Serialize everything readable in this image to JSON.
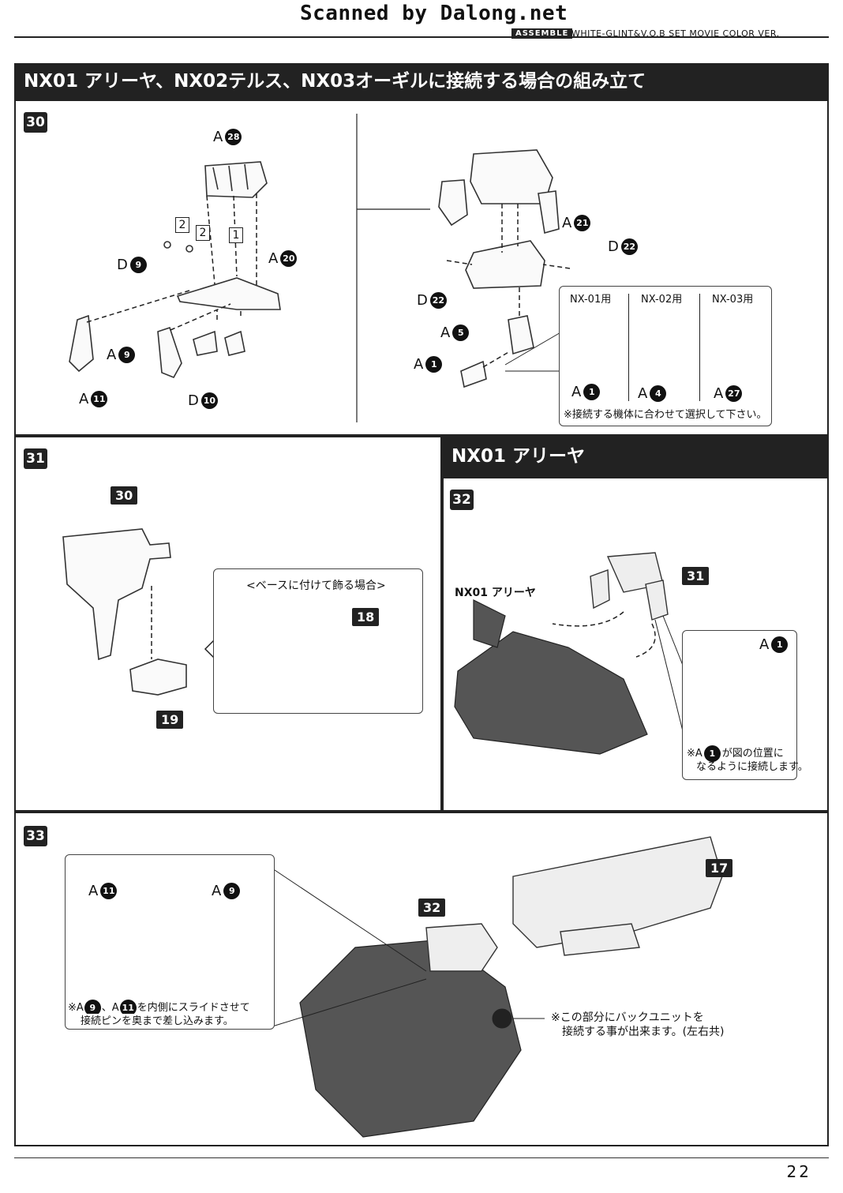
{
  "header": {
    "scan_banner": "Scanned by Dalong.net",
    "assemble_label": "ASSEMBLE",
    "series": "WHITE-GLINT&V.O.B SET MOVIE COLOR VER."
  },
  "section_title": "NX01 アリーヤ、NX02テルス、NX03オーギルに接続する場合の組み立て",
  "step30": {
    "number": "30",
    "left_labels": {
      "a28": {
        "letter": "A",
        "num": "28"
      },
      "a20": {
        "letter": "A",
        "num": "20"
      },
      "d9": {
        "letter": "D",
        "num": "9"
      },
      "a9": {
        "letter": "A",
        "num": "9"
      },
      "a11": {
        "letter": "A",
        "num": "11"
      },
      "d10": {
        "letter": "D",
        "num": "10"
      },
      "seq1": "1",
      "seq2a": "2",
      "seq2b": "2"
    },
    "right_labels": {
      "a21": {
        "letter": "A",
        "num": "21"
      },
      "d22a": {
        "letter": "D",
        "num": "22"
      },
      "d22b": {
        "letter": "D",
        "num": "22"
      },
      "a5": {
        "letter": "A",
        "num": "5"
      },
      "a1": {
        "letter": "A",
        "num": "1"
      }
    },
    "variants": {
      "headers": [
        "NX-01用",
        "NX-02用",
        "NX-03用"
      ],
      "parts": [
        {
          "letter": "A",
          "num": "1"
        },
        {
          "letter": "A",
          "num": "4"
        },
        {
          "letter": "A",
          "num": "27"
        }
      ],
      "note": "※接続する機体に合わせて選択して下さい。"
    }
  },
  "step31": {
    "number": "31",
    "part_top": "30",
    "part_bottom": "19",
    "base_caption": "<ベースに付けて飾る場合>",
    "base_part": "18"
  },
  "step32": {
    "header": "NX01 アリーヤ",
    "number": "32",
    "model_label": "NX01 アリーヤ",
    "part": "31",
    "detail_part": {
      "letter": "A",
      "num": "1"
    },
    "detail_note_pre": "※A",
    "detail_note_num": "1",
    "detail_note_post": "が図の位置に",
    "detail_note_line2": "なるように接続します。"
  },
  "step33": {
    "number": "33",
    "part_32": "32",
    "part_17": "17",
    "inset_left": {
      "letter": "A",
      "num": "11"
    },
    "inset_right": {
      "letter": "A",
      "num": "9"
    },
    "inset_note_1a": "※A",
    "inset_note_1n": "9",
    "inset_note_1b": "、A",
    "inset_note_1n2": "11",
    "inset_note_1c": "を内側にスライドさせて",
    "inset_note_2": "接続ピンを奥まで差し込みます。",
    "back_unit_note_1": "※この部分にバックユニットを",
    "back_unit_note_2": "接続する事が出来ます。(左右共)"
  },
  "page_number": "22"
}
